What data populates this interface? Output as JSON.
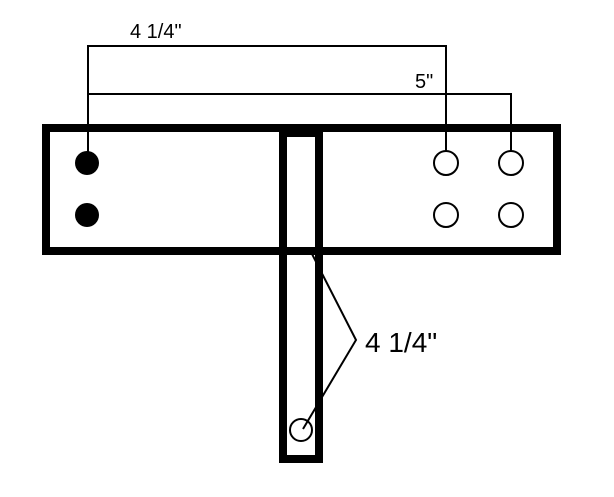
{
  "dimensions": {
    "top_span_label": "4 1/4\"",
    "second_span_label": "5\"",
    "vertical_span_label": "4 1/4\""
  },
  "colors": {
    "stroke": "#000000",
    "background": "#ffffff",
    "filled_hole": "#000000",
    "open_hole": "#ffffff"
  },
  "holes": {
    "filled_count": 2,
    "open_count": 4,
    "stem_count": 1
  }
}
